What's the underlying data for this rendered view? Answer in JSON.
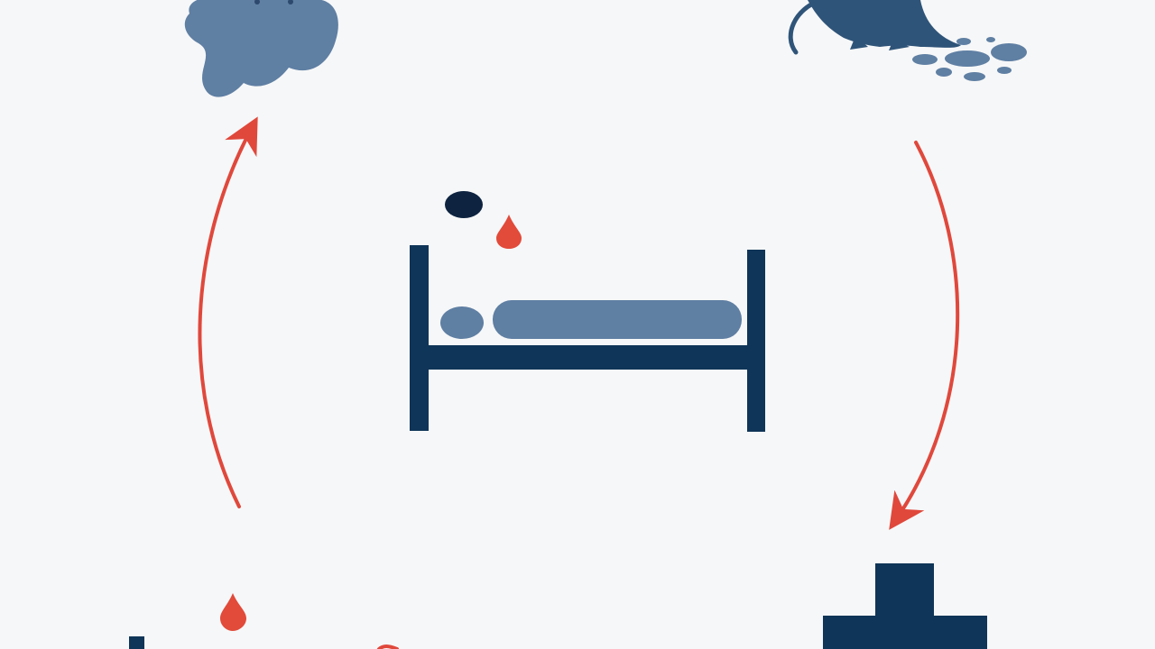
{
  "diagram": {
    "nodes": [
      {
        "id": "cloud",
        "icon": "cloud-icon"
      },
      {
        "id": "animal",
        "icon": "rodent-icon"
      },
      {
        "id": "hospital-bed",
        "icon": "hospital-bed-icon"
      },
      {
        "id": "medical-cross",
        "icon": "medical-cross-icon"
      },
      {
        "id": "blood-drop",
        "icon": "blood-drop-icon"
      }
    ],
    "cycle_edges": [
      {
        "from": "blood-drop",
        "to": "cloud"
      },
      {
        "from": "animal",
        "to": "medical-cross"
      },
      {
        "from": "medical-cross",
        "to": "blood-drop"
      }
    ]
  },
  "colors": {
    "background": "#f6f7f8",
    "arrow": "#e0483c",
    "navy": "#0f3558",
    "steel": "#5f7fa3",
    "dark_dot": "#0d2340",
    "blood": "#e24a3a"
  }
}
